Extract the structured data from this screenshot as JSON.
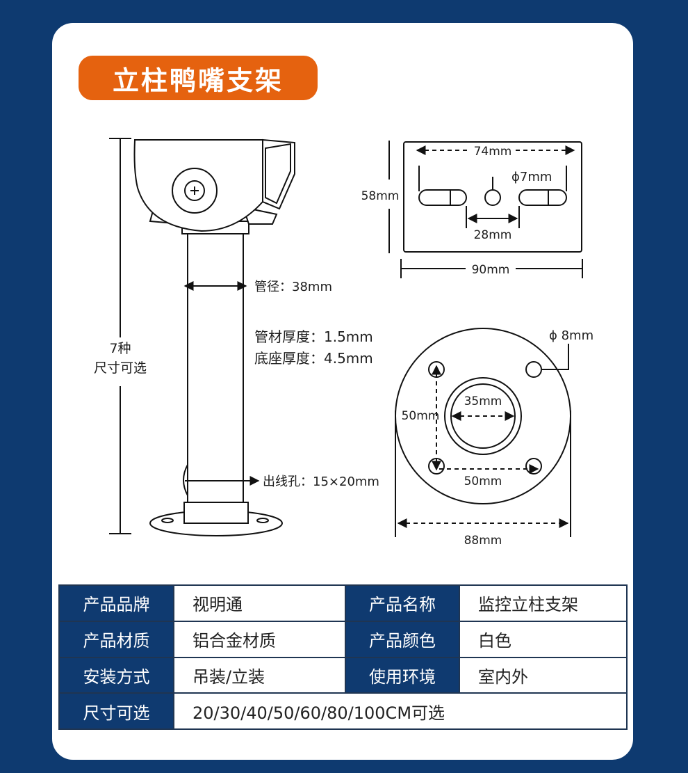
{
  "title": "立柱鸭嘴支架",
  "colors": {
    "background": "#0e3a70",
    "accent": "#e5620f",
    "table_header": "#0f3a70"
  },
  "left_drawing": {
    "height_label_line1": "7种",
    "height_label_line2": "尺寸可选",
    "pipe_diameter": "管径：38mm",
    "pipe_thickness": "管材厚度：1.5mm",
    "base_thickness": "底座厚度：4.5mm",
    "cable_hole": "出线孔：15×20mm"
  },
  "top_plate": {
    "slot_span": "74mm",
    "hole_diameter": "ϕ7mm",
    "height": "58mm",
    "inner_gap": "28mm",
    "width": "90mm"
  },
  "base_plate": {
    "hole_diameter": "ϕ 8mm",
    "inner_diameter": "35mm",
    "hole_spacing_vertical": "50mm",
    "hole_spacing_horizontal": "50mm",
    "outer_diameter": "88mm"
  },
  "specs": {
    "brand_label": "产品品牌",
    "brand_value": "视明通",
    "name_label": "产品名称",
    "name_value": "监控立柱支架",
    "material_label": "产品材质",
    "material_value": "铝合金材质",
    "color_label": "产品颜色",
    "color_value": "白色",
    "install_label": "安装方式",
    "install_value": "吊装/立装",
    "env_label": "使用环境",
    "env_value": "室内外",
    "size_label": "尺寸可选",
    "size_value": "20/30/40/50/60/80/100CM可选"
  }
}
